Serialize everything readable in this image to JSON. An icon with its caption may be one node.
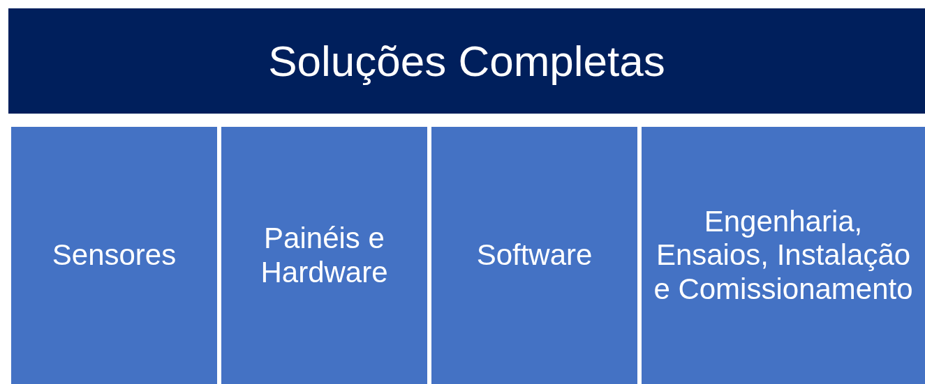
{
  "diagram": {
    "nodes": [
      {
        "text": [
          "Soluções Completas"
        ]
      },
      {
        "text": [
          "Sensores"
        ]
      },
      {
        "text": [
          "Painéis e Hardware"
        ]
      },
      {
        "text": [
          "Software"
        ]
      },
      {
        "text": [
          "Engenharia, Ensaios, Instalação e Comissionamento"
        ]
      }
    ]
  }
}
